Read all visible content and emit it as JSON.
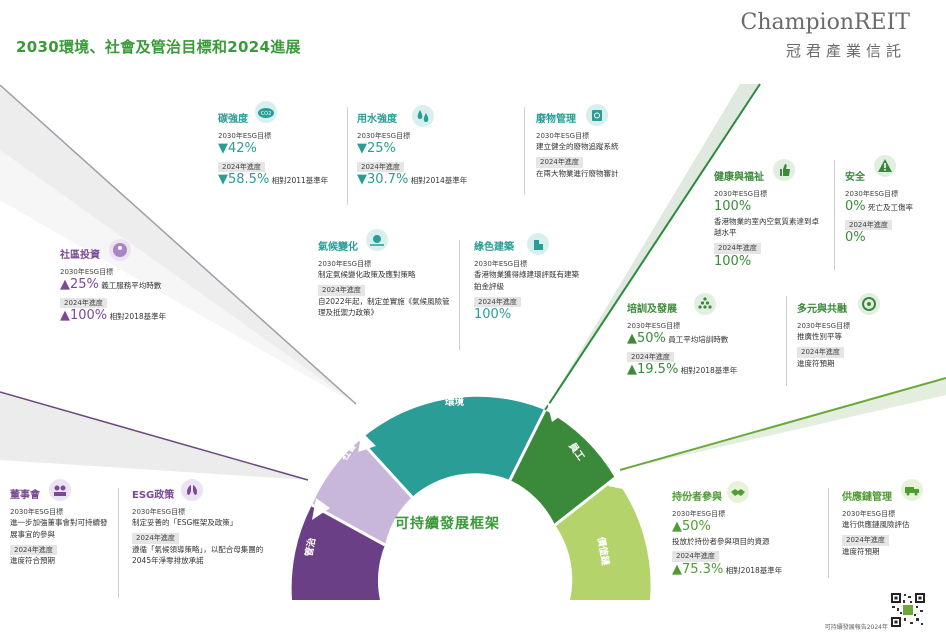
{
  "header": {
    "title": "2030環境、社會及管治目標和2024進展",
    "logo_en": "ChampionREIT",
    "logo_zh": "冠君產業信託"
  },
  "colors": {
    "teal": "#2a9d96",
    "purple": "#7b4a97",
    "green": "#3b8a3b",
    "lime": "#b5d36b",
    "light_purple": "#cbb9d9"
  },
  "labels": {
    "target": "2030年ESG目標",
    "progress": "2024年進度"
  },
  "center": {
    "title": "可持續發展框架"
  },
  "segments": {
    "env": "環境",
    "soc": "社會",
    "gov": "管治",
    "emp": "員工",
    "val": "價值鏈"
  },
  "env": {
    "carbon": {
      "title": "碳強度",
      "icon": "co2-cloud-icon",
      "target": "▼42%",
      "progress": "▼58.5%",
      "progress_note": "相對2011基準年"
    },
    "water": {
      "title": "用水強度",
      "icon": "water-drop-icon",
      "target": "▼25%",
      "progress": "▼30.7%",
      "progress_note": "相對2014基準年"
    },
    "waste": {
      "title": "廢物管理",
      "icon": "recycle-bin-icon",
      "target": "建立健全的廢物追蹤系統",
      "progress": "在兩大物業進行廢物審計"
    },
    "climate": {
      "title": "氣候變化",
      "icon": "sun-wind-icon",
      "target": "制定氣候變化政策及應對策略",
      "progress": "自2022年起，制定並實施《氣候風險管理及抵禦力政策》"
    },
    "green": {
      "title": "綠色建築",
      "icon": "green-building-icon",
      "target": "香港物業獲得綠建環評既有建築鉑金評級",
      "progress": "100%"
    }
  },
  "soc": {
    "community": {
      "title": "社區投資",
      "icon": "community-icon",
      "target": "▲25%",
      "target_note": "義工服務平均時數",
      "progress": "▲100%",
      "progress_note": "相對2018基準年"
    }
  },
  "gov": {
    "board": {
      "title": "董事會",
      "icon": "board-icon",
      "target": "進一步加強董事會對可持續發展事宜的參與",
      "progress": "進度符合預期"
    },
    "esg": {
      "title": "ESG政策",
      "icon": "lungs-icon",
      "target": "制定妥善的「ESG框架及政策」",
      "progress": "遵循「氣候領導策略」，以配合母集團的2045年淨零排放承諾"
    }
  },
  "emp": {
    "health": {
      "title": "健康與福祉",
      "icon": "thumbs-up-icon",
      "target": "100%",
      "target_note": "香港物業的室內空氣質素達到卓越水平",
      "progress": "100%"
    },
    "safety": {
      "title": "安全",
      "icon": "warning-icon",
      "target": "0%",
      "target_note": "死亡及工傷率",
      "progress": "0%"
    },
    "training": {
      "title": "培訓及發展",
      "icon": "pyramid-people-icon",
      "target": "▲50%",
      "target_note": "員工平均培訓時數",
      "progress": "▲19.5%",
      "progress_note": "相對2018基準年"
    },
    "diversity": {
      "title": "多元與共融",
      "icon": "inclusion-icon",
      "target": "推廣性別平等",
      "progress": "進度符預期"
    }
  },
  "val": {
    "stakeholder": {
      "title": "持份者參與",
      "icon": "handshake-icon",
      "target": "▲50%",
      "target_note": "投放於持份者參與項目的資源",
      "progress": "▲75.3%",
      "progress_note": "相對2018基準年"
    },
    "supply": {
      "title": "供應鏈管理",
      "icon": "truck-icon",
      "target": "進行供應鏈風險評估",
      "progress": "進度符預期"
    }
  },
  "footer": {
    "text": "可持續發展報告2024年"
  }
}
